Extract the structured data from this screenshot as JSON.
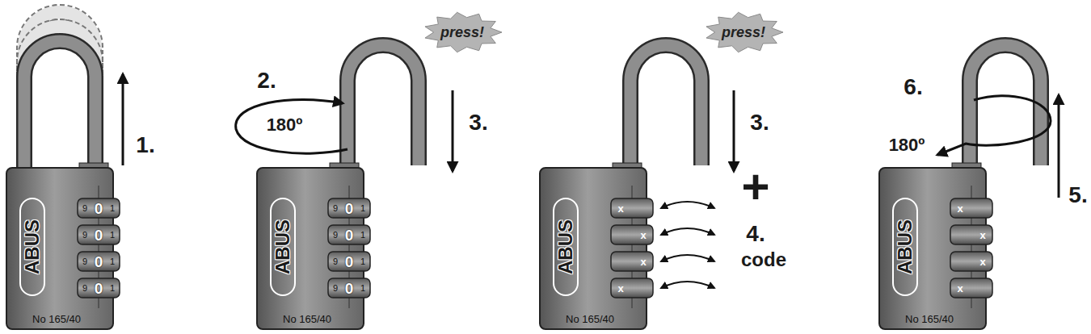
{
  "diagram": {
    "nodes": [
      {
        "text": [
          "press!"
        ]
      },
      {
        "text": [
          "press!"
        ]
      }
    ],
    "labels": [
      "1.",
      "2.",
      "180º",
      "3.",
      "3.",
      "+",
      "4.",
      "code",
      "6.",
      "180º",
      "5.",
      "ABUS",
      "9",
      "0",
      "1",
      "9",
      "0",
      "1",
      "9",
      "0",
      "1",
      "9",
      "0",
      "1",
      "No 165/40",
      "ABUS",
      "9",
      "0",
      "1",
      "9",
      "0",
      "1",
      "9",
      "0",
      "1",
      "9",
      "0",
      "1",
      "No 165/40",
      "ABUS",
      "x",
      "x",
      "x",
      "x",
      "No 165/40",
      "ABUS",
      "x",
      "x",
      "x",
      "x",
      "No 165/40"
    ]
  }
}
